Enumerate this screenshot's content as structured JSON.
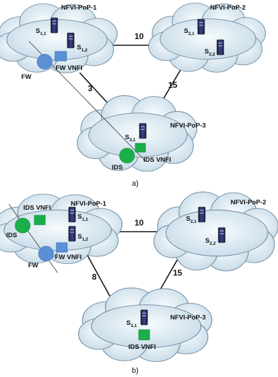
{
  "panels": [
    {
      "caption": "a)",
      "pops": [
        {
          "name": "NFVI-PoP-1",
          "servers": [
            {
              "label": "S",
              "sub": "1,1"
            },
            {
              "label": "S",
              "sub": "1,2"
            }
          ]
        },
        {
          "name": "NFVI-PoP-2",
          "servers": [
            {
              "label": "S",
              "sub": "2,1"
            },
            {
              "label": "S",
              "sub": "2,2"
            }
          ]
        },
        {
          "name": "NFVI-PoP-3",
          "servers": [
            {
              "label": "S",
              "sub": "3,1"
            }
          ]
        }
      ],
      "links": [
        {
          "from": "NFVI-PoP-1",
          "to": "NFVI-PoP-2",
          "weight": "10"
        },
        {
          "from": "NFVI-PoP-1",
          "to": "NFVI-PoP-3",
          "weight": "3"
        },
        {
          "from": "NFVI-PoP-2",
          "to": "NFVI-PoP-3",
          "weight": "15"
        }
      ],
      "functions": [
        {
          "label": "FW",
          "vnfi_label": "FW VNFI",
          "color": "#5b8fd6"
        },
        {
          "label": "IDS",
          "vnfi_label": "IDS VNFI",
          "color": "#1aaf4a"
        }
      ]
    },
    {
      "caption": "b)",
      "pops": [
        {
          "name": "NFVI-PoP-1",
          "servers": [
            {
              "label": "S",
              "sub": "1,1"
            },
            {
              "label": "S",
              "sub": "1,2"
            }
          ]
        },
        {
          "name": "NFVI-PoP-2",
          "servers": [
            {
              "label": "S",
              "sub": "2,1"
            },
            {
              "label": "S",
              "sub": "2,2"
            }
          ]
        },
        {
          "name": "NFVI-PoP-3",
          "servers": [
            {
              "label": "S",
              "sub": "3,1"
            }
          ]
        }
      ],
      "links": [
        {
          "from": "NFVI-PoP-1",
          "to": "NFVI-PoP-2",
          "weight": "10"
        },
        {
          "from": "NFVI-PoP-1",
          "to": "NFVI-PoP-3",
          "weight": "8"
        },
        {
          "from": "NFVI-PoP-2",
          "to": "NFVI-PoP-3",
          "weight": "15"
        }
      ],
      "functions": [
        {
          "label": "IDS",
          "vnfi_label": "IDS VNFI",
          "color": "#1aaf4a"
        },
        {
          "label": "FW",
          "vnfi_label": "FW VNFI",
          "color": "#5b8fd6"
        },
        {
          "label": "",
          "vnfi_label": "IDS VNFI",
          "color": "#1aaf4a"
        }
      ]
    }
  ],
  "colors": {
    "cloud_fill": "#dceaf3",
    "cloud_stroke": "#6f8aa0",
    "server_body": "#2a2f5e",
    "link": "#111111"
  }
}
